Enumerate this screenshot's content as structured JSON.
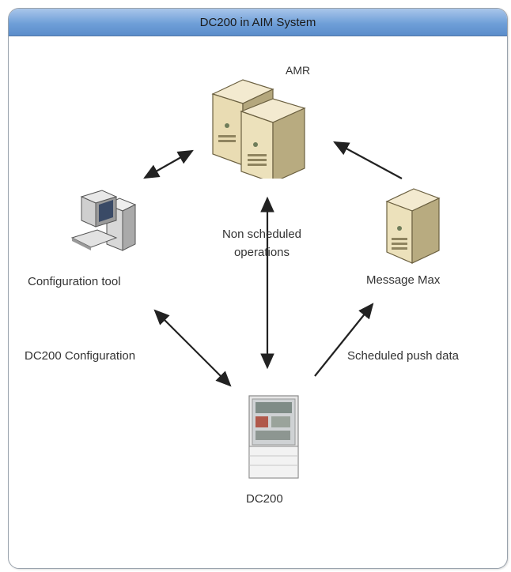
{
  "diagram": {
    "title": "DC200 in AIM System",
    "nodes": {
      "amr": "AMR",
      "config_tool": "Configuration tool",
      "message_max": "Message Max",
      "dc200": "DC200"
    },
    "edges": {
      "non_scheduled": "Non scheduled operations",
      "dc200_config": "DC200 Configuration",
      "scheduled_push": "Scheduled push data"
    }
  }
}
